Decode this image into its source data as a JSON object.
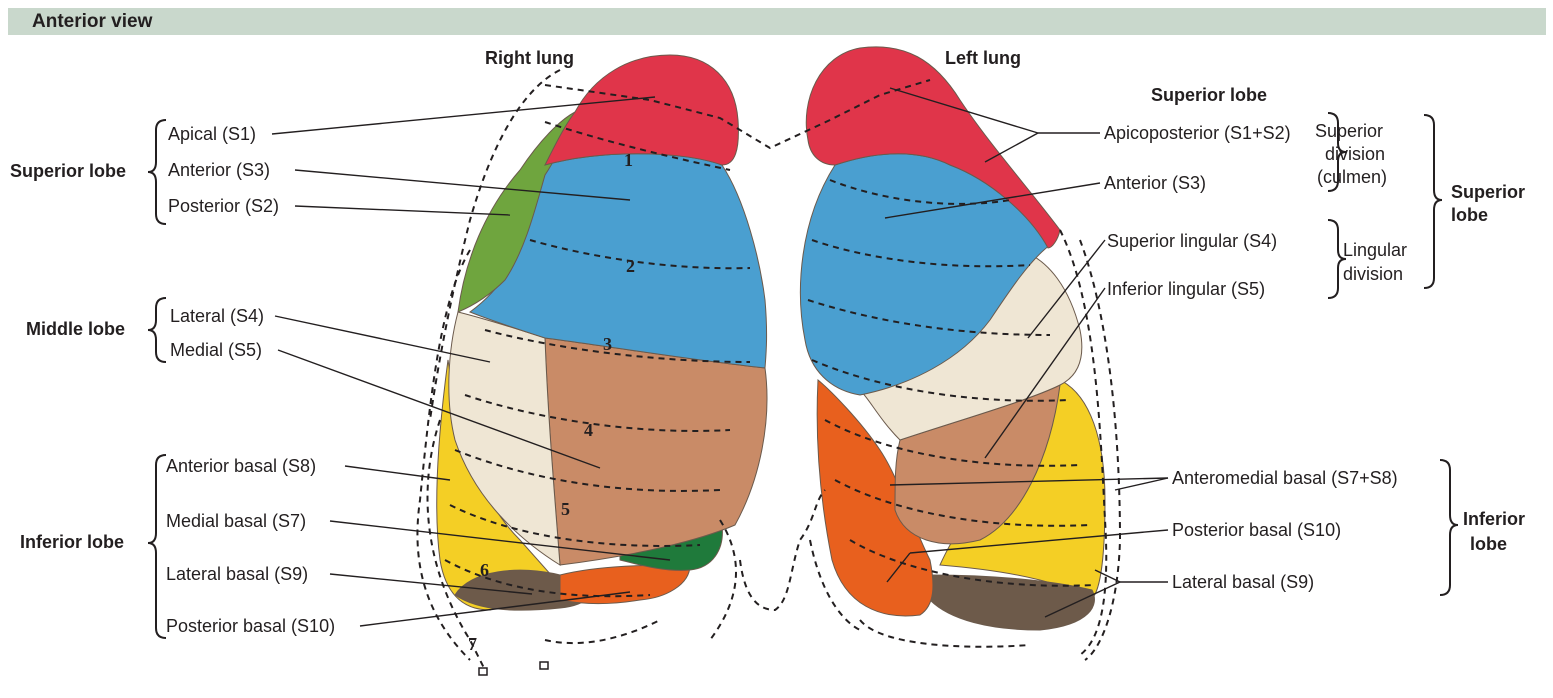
{
  "header": {
    "title": "Anterior view"
  },
  "lungs": {
    "right": {
      "title": "Right lung"
    },
    "left": {
      "title": "Left lung"
    }
  },
  "right_labels": {
    "superior_lobe": "Superior lobe",
    "apical": "Apical (S1)",
    "anterior": "Anterior (S3)",
    "posterior": "Posterior (S2)",
    "middle_lobe": "Middle lobe",
    "lateral": "Lateral (S4)",
    "medial": "Medial (S5)",
    "inferior_lobe": "Inferior lobe",
    "anterior_basal": "Anterior basal (S8)",
    "medial_basal": "Medial basal (S7)",
    "lateral_basal": "Lateral basal (S9)",
    "posterior_basal": "Posterior basal (S10)"
  },
  "left_labels": {
    "superior_lobe_heading": "Superior lobe",
    "apicoposterior": "Apicoposterior (S1+S2)",
    "anterior": "Anterior (S3)",
    "superior_division_1": "Superior",
    "superior_division_2": "division",
    "superior_division_3": "(culmen)",
    "superior_lingular": "Superior lingular (S4)",
    "inferior_lingular": "Inferior lingular (S5)",
    "lingular_division_1": "Lingular",
    "lingular_division_2": "division",
    "superior_lobe_side_1": "Superior",
    "superior_lobe_side_2": "lobe",
    "anteromedial_basal": "Anteromedial basal (S7+S8)",
    "posterior_basal": "Posterior basal (S10)",
    "lateral_basal": "Lateral basal (S9)",
    "inferior_lobe_1": "Inferior",
    "inferior_lobe_2": "lobe"
  },
  "rib_numbers": [
    "1",
    "2",
    "3",
    "4",
    "5",
    "6",
    "7"
  ],
  "colors": {
    "apical": "#e0354a",
    "anterior": "#4a9fd0",
    "posterior": "#6fa53e",
    "lateral_middle": "#efe6d4",
    "medial_middle": "#c98b67",
    "anterior_basal": "#f4cf25",
    "medial_basal": "#1f7a3b",
    "lateral_basal": "#e8601e",
    "posterior_basal": "#6d5a4a",
    "header_bar": "#c9d8cc"
  }
}
